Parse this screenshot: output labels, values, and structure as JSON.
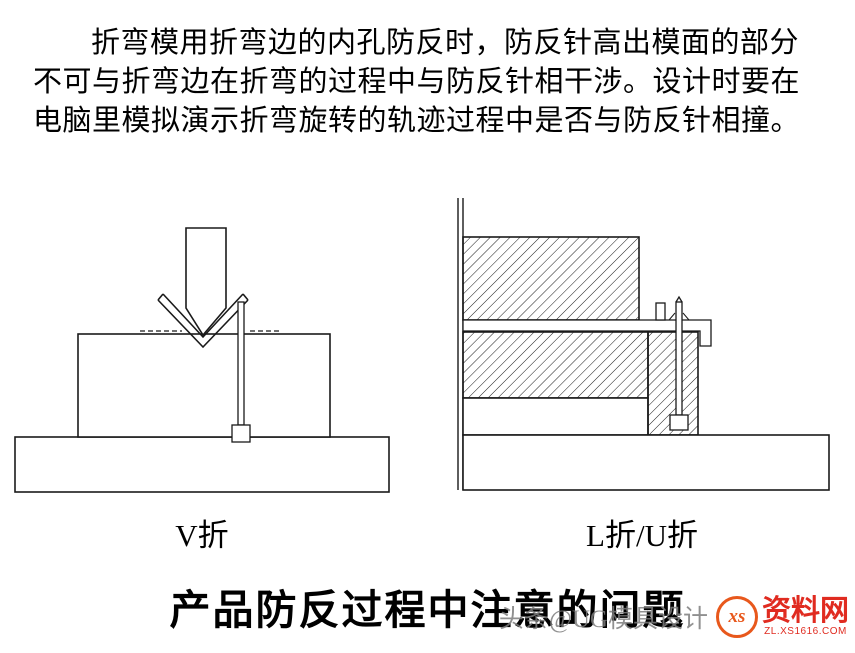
{
  "content": {
    "paragraph": "折弯模用折弯边的内孔防反时，防反针高出模面的部分不可与折弯边在折弯的过程中与防反针相干涉。设计时要在电脑里模拟演示折弯旋转的轨迹过程中是否与防反针相撞。",
    "title": "产品防反过程中注意的问题"
  },
  "diagrams": {
    "v_bend": {
      "label": "V折"
    },
    "lu_bend": {
      "label": "L折/U折"
    }
  },
  "watermark": {
    "byline": "头条@UG模具设计",
    "logo_icon_text": "xs",
    "logo_text": "资料网",
    "logo_sub": "ZL.XS1616.COM",
    "colors": {
      "byline": "#7d7d7d",
      "logo_red": "#e02b20",
      "logo_orange": "#e8581c"
    }
  },
  "line_color": "#1a1a1a"
}
